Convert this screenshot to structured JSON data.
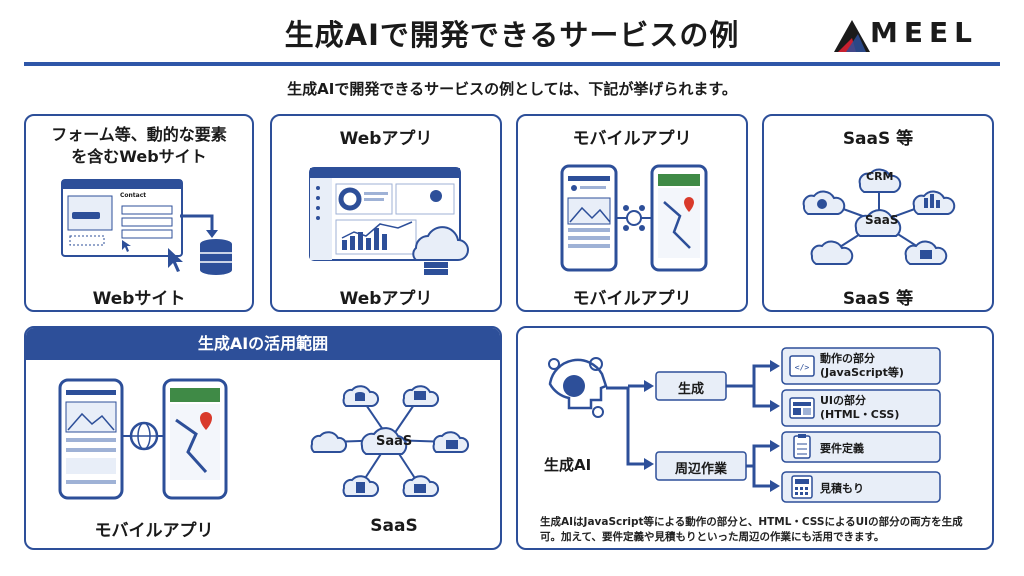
{
  "header": {
    "title": "生成AIで開発できるサービスの例",
    "logo_text": "MEEL",
    "subtitle": "生成AIで開発できるサービスの例としては、下記が挙げられます。"
  },
  "cards": [
    {
      "title_line1": "フォーム等、動的な要素",
      "title_line2": "を含むWebサイト",
      "caption": "Webサイト",
      "form_label": "Contact"
    },
    {
      "title": "Webアプリ",
      "caption": "Webアプリ"
    },
    {
      "title": "モバイルアプリ",
      "caption": "モバイルアプリ"
    },
    {
      "title": "SaaS 等",
      "caption": "SaaS 等",
      "hub_label": "SaaS",
      "crm_label": "CRM"
    }
  ],
  "scope": {
    "header": "生成AIの活用範囲",
    "mobile_caption": "モバイルアプリ",
    "saas_caption": "SaaS",
    "hub_label": "SaaS"
  },
  "flow": {
    "source": "生成AI",
    "branch_generate": "生成",
    "branch_peripheral": "周辺作業",
    "items": [
      {
        "line1": "動作の部分",
        "line2": "(JavaScript等)"
      },
      {
        "line1": "UIの部分",
        "line2": "(HTML・CSS)"
      },
      {
        "line1": "要件定義",
        "line2": ""
      },
      {
        "line1": "見積もり",
        "line2": ""
      }
    ],
    "description": "生成AIはJavaScript等による動作の部分と、HTML・CSSによるUIの部分の両方を生成可。加えて、要件定義や見積もりといった周辺の作業にも活用できます。"
  },
  "colors": {
    "primary": "#2d4f99",
    "accent_light": "#e8eef8",
    "logo_red": "#c8202f"
  }
}
